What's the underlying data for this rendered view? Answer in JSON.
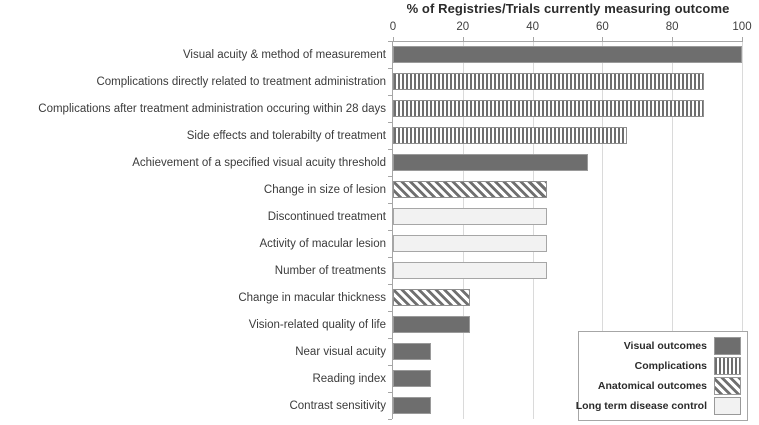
{
  "chart_data": {
    "type": "bar",
    "orientation": "horizontal",
    "title": "% of Registries/Trials currently measuring outcome",
    "xlabel": "",
    "ylabel": "",
    "xlim": [
      0,
      100
    ],
    "x_ticks": [
      0,
      20,
      40,
      60,
      80,
      100
    ],
    "grid": true,
    "legend_position": "bottom-right",
    "colors": {
      "bar_solid": "#6e6e6e",
      "stripe_dark": "#6e6e6e",
      "plain_fill": "#f2f2f2",
      "bar_border": "#a6a6a6",
      "gridline": "#dadada",
      "axis_line": "#a6a6a6",
      "text": "#3b3b3b"
    },
    "bars": [
      {
        "label": "Visual acuity & method of measurement",
        "value": 100,
        "group": "visual"
      },
      {
        "label": "Complications directly related to treatment administration",
        "value": 89,
        "group": "complications"
      },
      {
        "label": "Complications after treatment administration occuring within 28 days",
        "value": 89,
        "group": "complications"
      },
      {
        "label": "Side effects and tolerabilty of treatment",
        "value": 67,
        "group": "complications"
      },
      {
        "label": "Achievement of a specified visual acuity threshold",
        "value": 56,
        "group": "visual"
      },
      {
        "label": "Change in size of lesion",
        "value": 44,
        "group": "anatomical"
      },
      {
        "label": "Discontinued treatment",
        "value": 44,
        "group": "longterm"
      },
      {
        "label": "Activity of macular lesion",
        "value": 44,
        "group": "longterm"
      },
      {
        "label": "Number of treatments",
        "value": 44,
        "group": "longterm"
      },
      {
        "label": "Change in macular thickness",
        "value": 22,
        "group": "anatomical"
      },
      {
        "label": "Vision-related quality of life",
        "value": 22,
        "group": "visual"
      },
      {
        "label": "Near visual acuity",
        "value": 11,
        "group": "visual"
      },
      {
        "label": "Reading index",
        "value": 11,
        "group": "visual"
      },
      {
        "label": "Contrast sensitivity",
        "value": 11,
        "group": "visual"
      }
    ],
    "legend": [
      {
        "label": "Visual outcomes",
        "group": "visual"
      },
      {
        "label": "Complications",
        "group": "complications"
      },
      {
        "label": "Anatomical outcomes",
        "group": "anatomical"
      },
      {
        "label": "Long term disease control",
        "group": "longterm"
      }
    ]
  }
}
